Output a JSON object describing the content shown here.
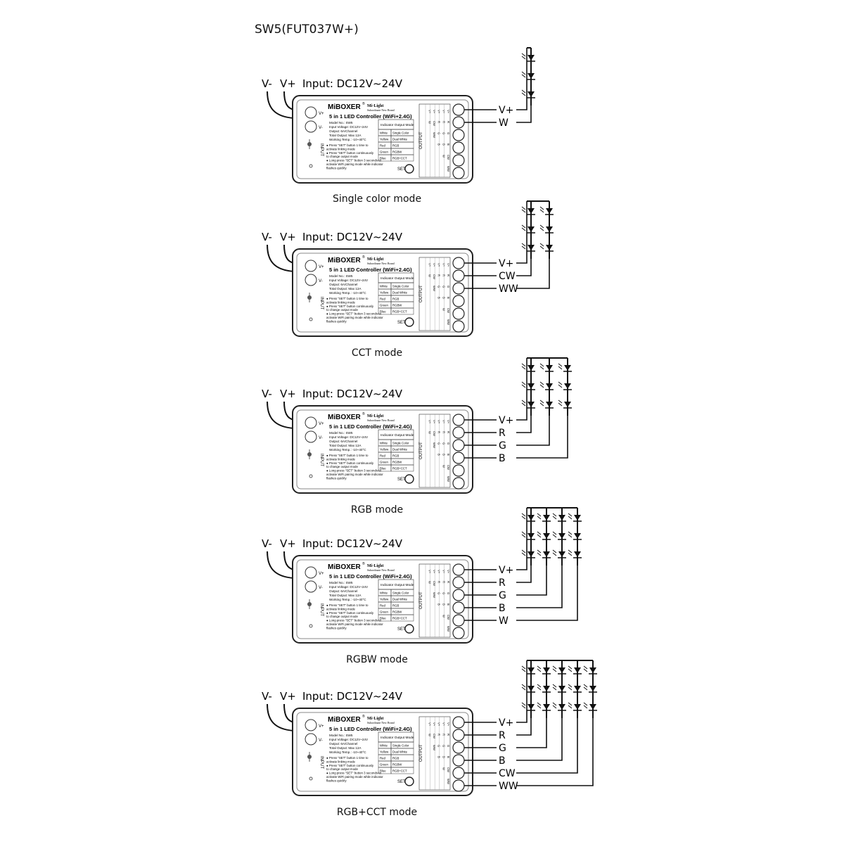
{
  "page": {
    "title": "SW5(FUT037W+)"
  },
  "common": {
    "v_minus": "V-",
    "v_plus": "V+",
    "input": "Input: DC12V~24V",
    "brand": "MiBOXER",
    "brand_mark": "®",
    "subbrand": "Mi·Light",
    "subbrand_sub": "Subordinate New Brand",
    "product": "5 in 1 LED Controller (WiFi+2.4G)",
    "model_first": "Model No.: SW5",
    "specs": [
      "Input Voltage: DC12V~24V",
      "Output: 6A/Channel",
      "Total Output: Max 12A",
      "Working Temp.: -10~40°C"
    ],
    "notes": [
      "● Press \"SET\" button 1 time to",
      "  activate linking mode",
      "● Press \"SET\" button continuously",
      "  to change output mode",
      "● Long press \"SET\" button 3 seconds to",
      "  activate WiFi pairing mode while indicator",
      "  flashes quickly"
    ],
    "table_title": "Indicator Output Mode",
    "table": [
      [
        "White",
        "Single Color"
      ],
      [
        "Yellow",
        "Dual White"
      ],
      [
        "Red",
        "RGB"
      ],
      [
        "Green",
        "RGBW"
      ],
      [
        "Blue",
        "RGB+CCT"
      ]
    ],
    "set": "SET",
    "output_vertical": "OUTPUT",
    "input_vertical": "INPUT",
    "port_vplus": "V+",
    "port_vminus": "V-",
    "grid_cols": [
      [
        "V+",
        "W",
        "",
        "",
        "",
        ""
      ],
      [
        "V+",
        "CW",
        "WW",
        "",
        "",
        ""
      ],
      [
        "V+",
        "R",
        "G",
        "B",
        "",
        ""
      ],
      [
        "V+",
        "R",
        "G",
        "B",
        "W",
        ""
      ],
      [
        "V+",
        "R",
        "G",
        "B",
        "CW",
        "WW"
      ]
    ]
  },
  "modes": [
    {
      "caption": "Single color mode",
      "wires": [
        "V+",
        "W"
      ]
    },
    {
      "caption": "CCT mode",
      "wires": [
        "V+",
        "CW",
        "WW"
      ]
    },
    {
      "caption": "RGB mode",
      "wires": [
        "V+",
        "R",
        "G",
        "B"
      ]
    },
    {
      "caption": "RGBW mode",
      "wires": [
        "V+",
        "R",
        "G",
        "B",
        "W"
      ]
    },
    {
      "caption": "RGB+CCT mode",
      "wires": [
        "V+",
        "R",
        "G",
        "B",
        "CW",
        "WW"
      ]
    }
  ]
}
